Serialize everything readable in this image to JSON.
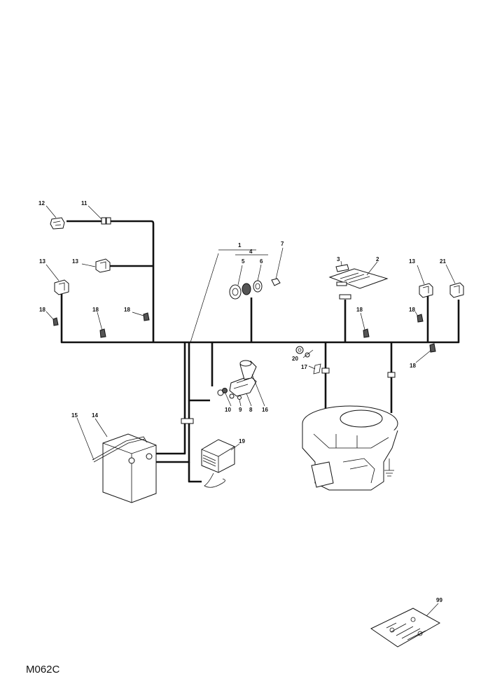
{
  "diagram_code": "M062C",
  "callouts": {
    "c1": "1",
    "c2": "2",
    "c3": "3",
    "c4": "4",
    "c5": "5",
    "c6": "6",
    "c7": "7",
    "c8": "8",
    "c9": "9",
    "c10": "10",
    "c11": "11",
    "c12": "12",
    "c13a": "13",
    "c13b": "13",
    "c13c": "13",
    "c14": "14",
    "c15": "15",
    "c16": "16",
    "c17": "17",
    "c18a": "18",
    "c18b": "18",
    "c18c": "18",
    "c18d": "18",
    "c18e": "18",
    "c18f": "18",
    "c19": "19",
    "c20": "20",
    "c21": "21",
    "c99": "99"
  }
}
